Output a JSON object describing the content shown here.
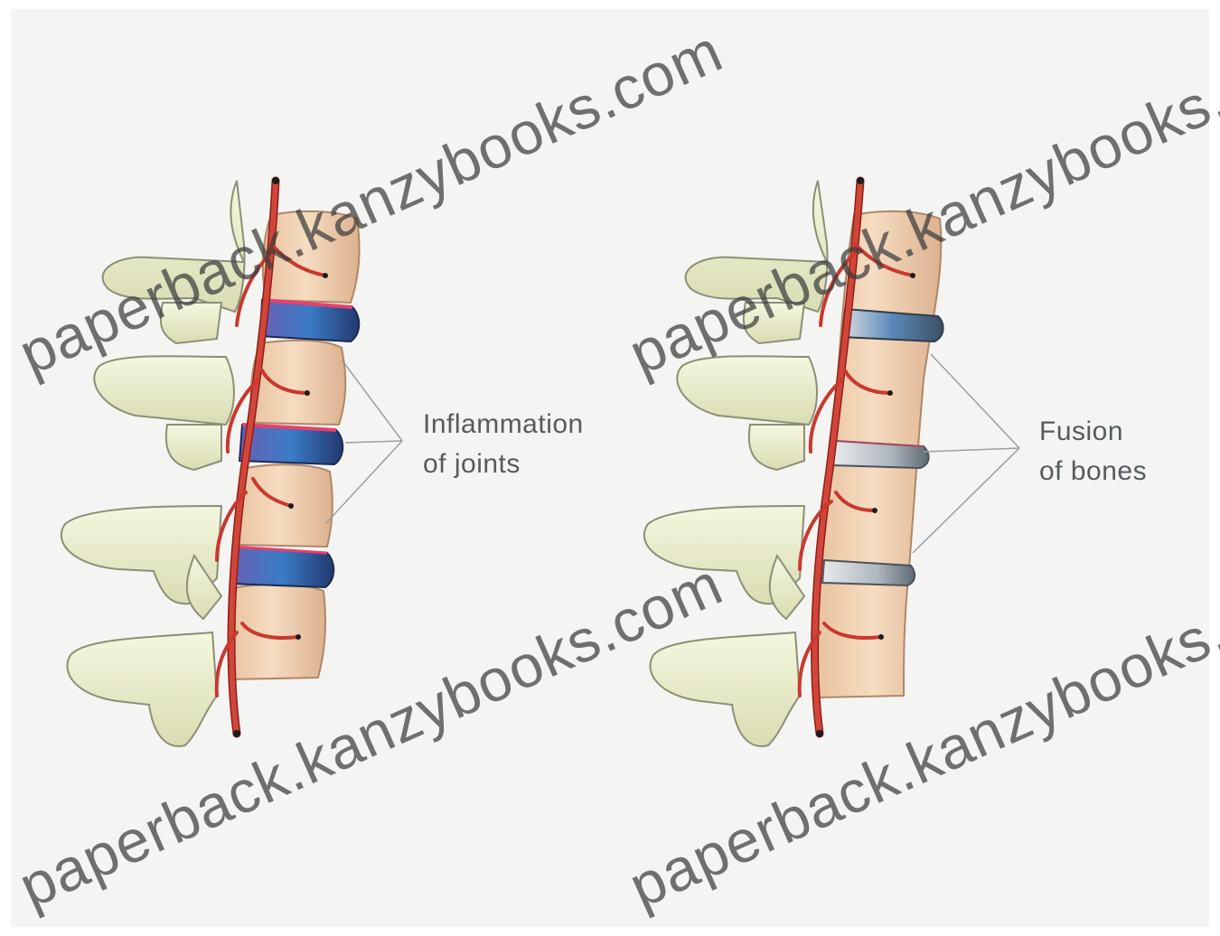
{
  "labels": {
    "left": [
      "Inflammation",
      "of joints"
    ],
    "right": [
      "Fusion",
      "of bones"
    ]
  },
  "watermark": {
    "text": "paperback.kanzybooks.com"
  },
  "colors": {
    "background": "#f4f4f3",
    "bone": "#f3d3b5",
    "bone_dark": "#d7ae8d",
    "process": "#eef0cf",
    "process_shade": "#c7ca9e",
    "artery": "#d2463a",
    "artery_dark": "#8e1f18",
    "inflamed_disc": "#5a63b5",
    "inflamed_rim": "#e7406c",
    "fused_disc": "#4d6f9d",
    "fused_grey": "#b6bcc0",
    "label_text": "#555b60",
    "pointer_line": "#9a9fa3"
  }
}
